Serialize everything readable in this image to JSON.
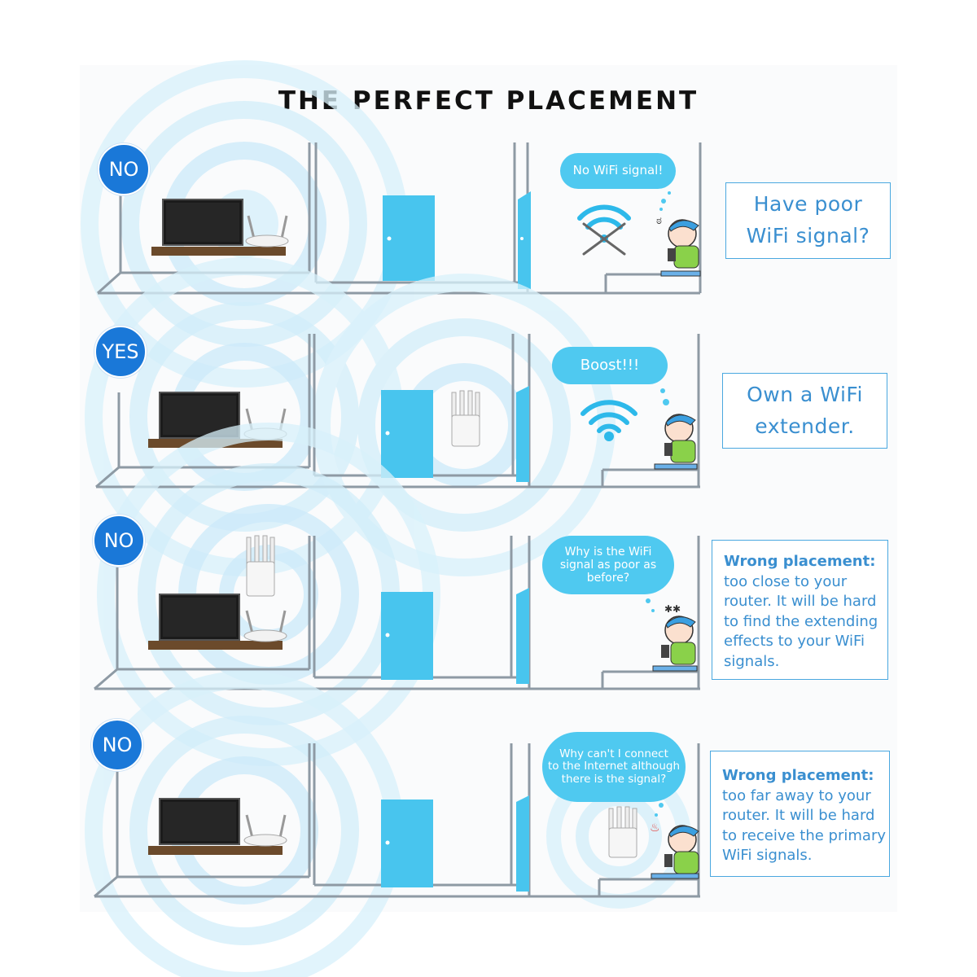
{
  "title": "THE PERFECT PLACEMENT",
  "panels": [
    {
      "badge": "NO",
      "bubble": "No WiFi signal!",
      "info": {
        "line1": "Have poor",
        "line2": "WiFi signal?"
      }
    },
    {
      "badge": "YES",
      "bubble": "Boost!!!",
      "info": {
        "line1": "Own a WiFi",
        "line2": "extender."
      }
    },
    {
      "badge": "NO",
      "bubble_lines": [
        "Why is the WiFi",
        "signal as poor as",
        "before?"
      ],
      "info": {
        "heading": "Wrong placement:",
        "lines": [
          "too close to your",
          "router. It will be hard",
          "to find the extending",
          "effects to your WiFi",
          "signals."
        ]
      }
    },
    {
      "badge": "NO",
      "bubble_lines": [
        "Why can't I connect",
        "to the Internet although",
        "there is the signal?"
      ],
      "info": {
        "heading": "Wrong placement:",
        "lines": [
          "too far away to your",
          "router. It will be hard",
          "to receive the primary",
          "WiFi signals."
        ]
      }
    }
  ],
  "colors": {
    "badge": "#1a78d8",
    "bubble": "#4fc9f0",
    "door": "#48c5ee",
    "wall": "#8e9aa4",
    "shelf": "#6b4a2b",
    "info_text": "#3a8fd0",
    "wave": "#bfe7f8"
  },
  "icons": [
    "tv-icon",
    "router-icon",
    "extender-icon",
    "door-icon",
    "wifi-icon",
    "no-wifi-icon",
    "kid-icon"
  ]
}
